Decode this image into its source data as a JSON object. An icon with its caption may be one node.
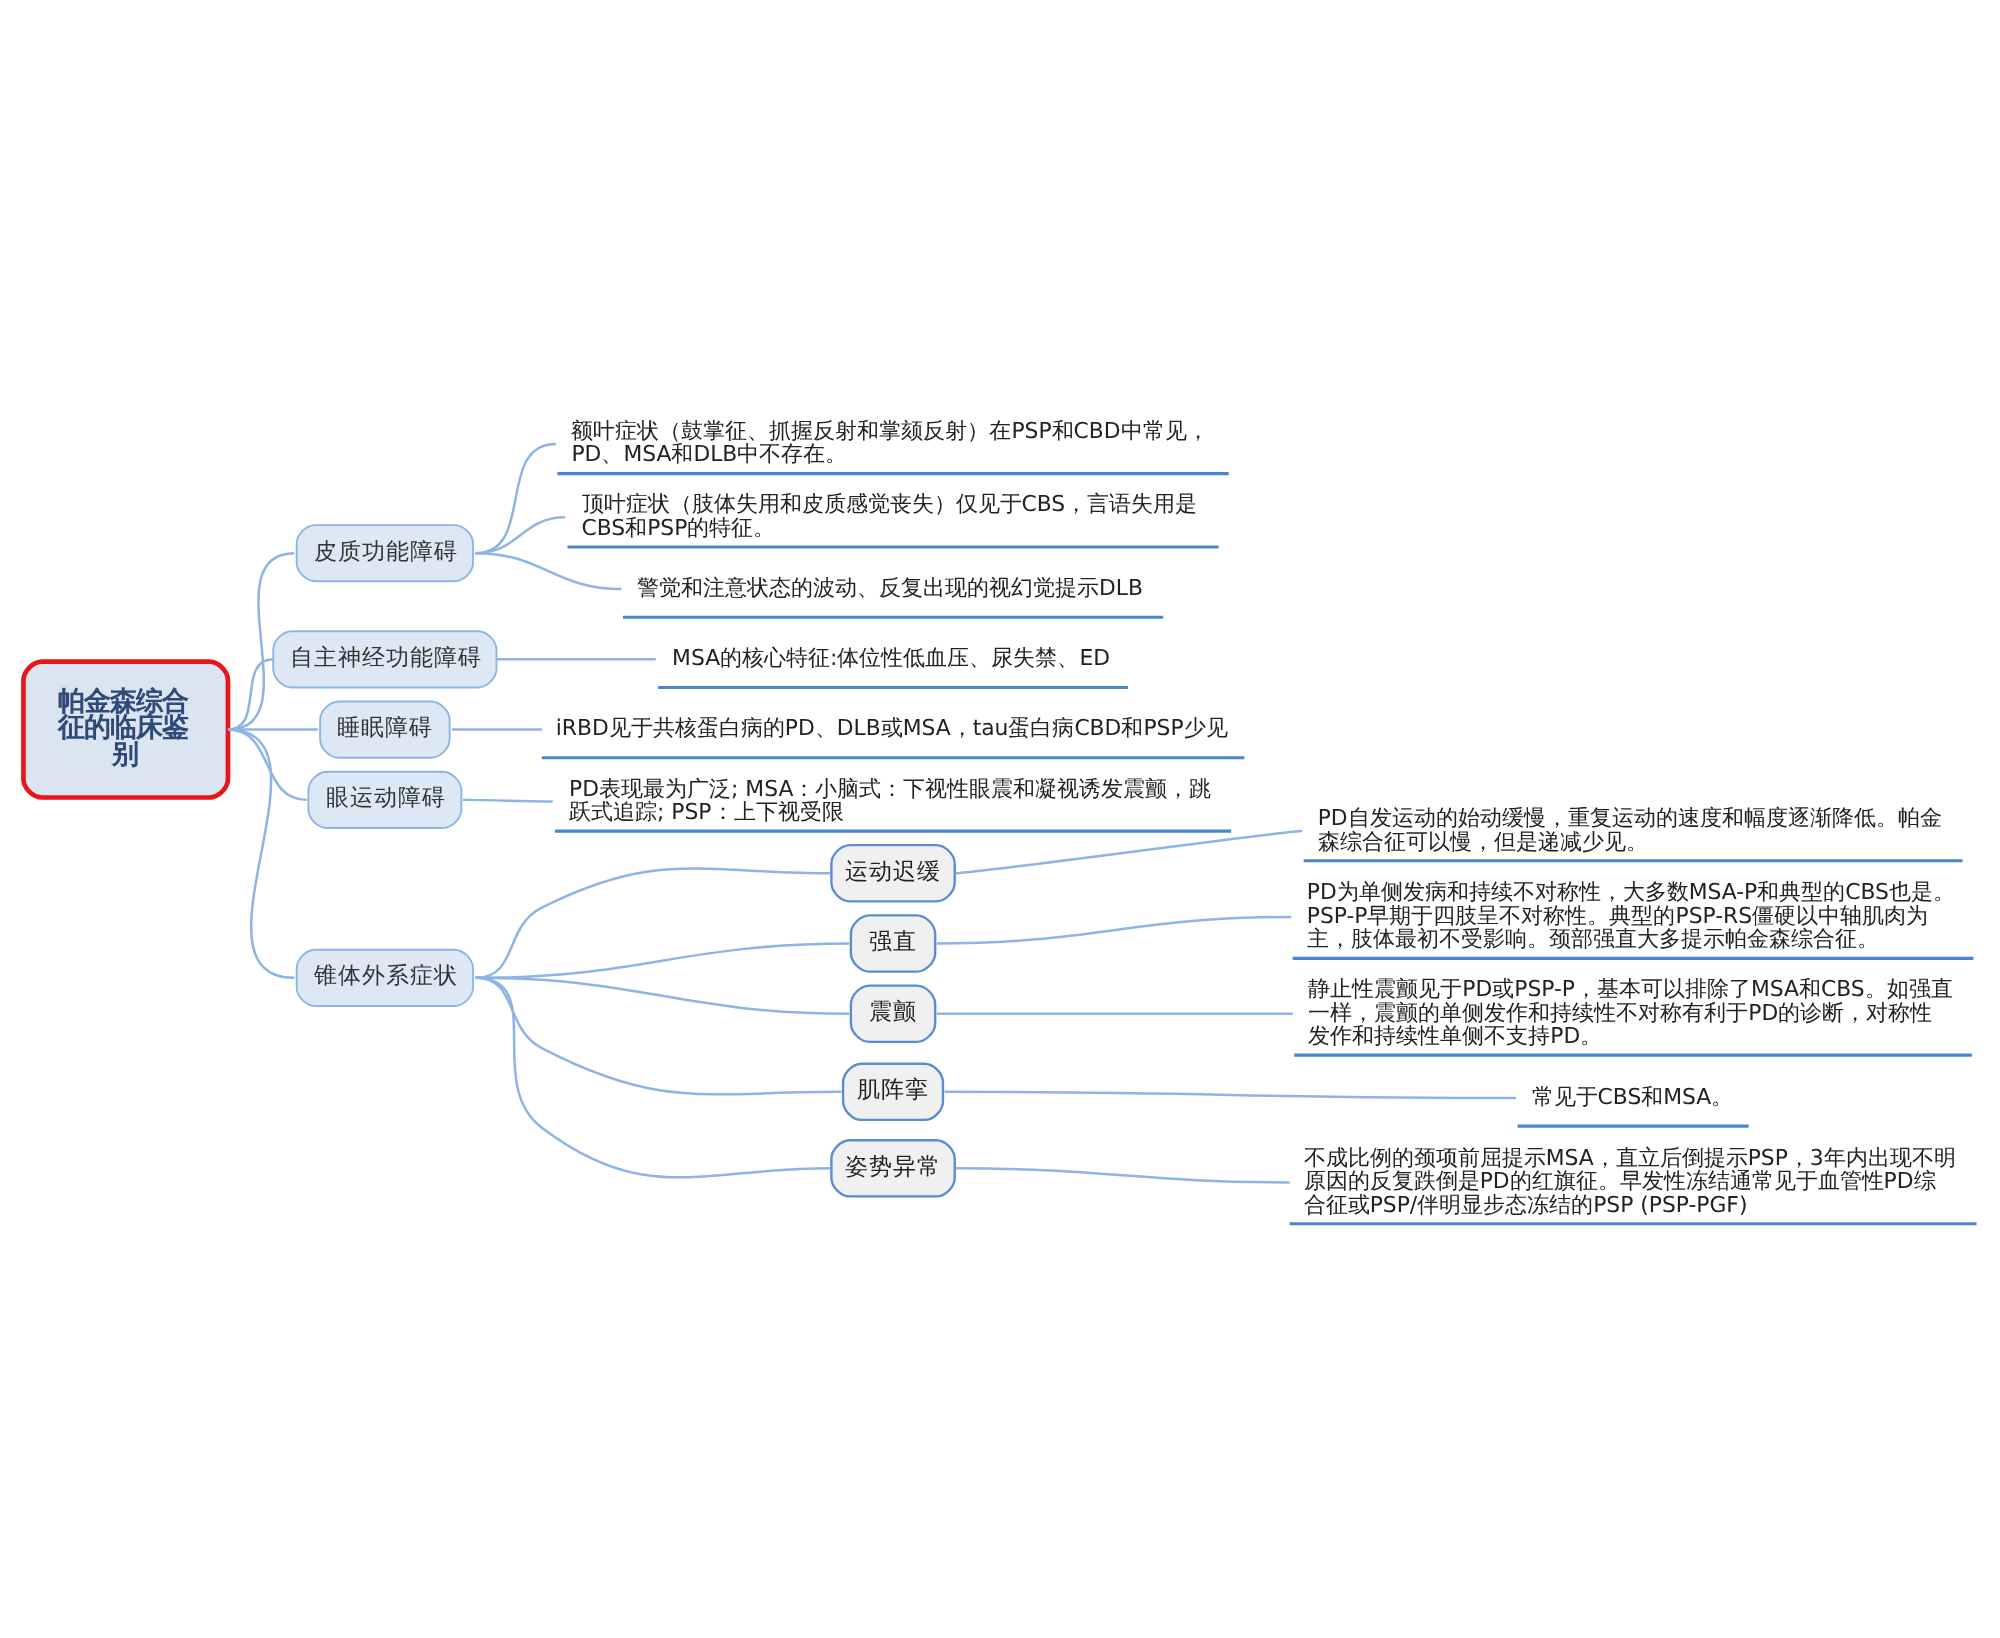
{
  "diagram": {
    "nodes": [
      {
        "text": [
          "帕金森综合征的临床鉴别"
        ]
      },
      {
        "text": [
          "皮质功能障碍"
        ]
      },
      {
        "text": [
          "额叶症状（鼓掌征、抓握反射和掌颏反射）在PSP和CBD中常见，PD、MSA和DLB中不存在。"
        ]
      },
      {
        "text": [
          "顶叶症状（肢体失用和皮质感觉丧失）仅见于CBS，言语失用是CBS和PSP的特征。"
        ]
      },
      {
        "text": [
          "警觉和注意状态的波动、反复出现的视幻觉提示DLB"
        ]
      },
      {
        "text": [
          "自主神经功能障碍"
        ]
      },
      {
        "text": [
          "MSA的核心特征:体位性低血压、尿失禁、ED"
        ]
      },
      {
        "text": [
          "睡眠障碍"
        ]
      },
      {
        "text": [
          "iRBD见于共核蛋白病的PD、DLB或MSA，tau蛋白病CBD和PSP少见"
        ]
      },
      {
        "text": [
          "眼运动障碍"
        ]
      },
      {
        "text": [
          "PD表现最为广泛; MSA：小脑式：下视性眼震和凝视诱发震颤，跳跃式追踪; PSP：上下视受限"
        ]
      },
      {
        "text": [
          "锥体外系症状"
        ]
      },
      {
        "text": [
          "运动迟缓"
        ]
      },
      {
        "text": [
          "PD自发运动的始动缓慢，重复运动的速度和幅度逐渐降低。帕金森综合征可以慢，但是递减少见。"
        ]
      },
      {
        "text": [
          "强直"
        ]
      },
      {
        "text": [
          "PD为单侧发病和持续不对称性，大多数MSA-P和典型的CBS也是。PSP-P早期于四肢呈不对称性。典型的PSP-RS僵硬以中轴肌肉为主，肢体最初不受影响。颈部强直大多提示帕金森综合征。"
        ]
      },
      {
        "text": [
          "震颤"
        ]
      },
      {
        "text": [
          "静止性震颤见于PD或PSP-P，基本可以排除了MSA和CBS。如强直一样，震颤的单侧发作和持续性不对称有利于PD的诊断，对称性发作和持续性单侧不支持PD。"
        ]
      },
      {
        "text": [
          "肌阵挛"
        ]
      },
      {
        "text": [
          "常见于CBS和MSA。"
        ]
      },
      {
        "text": [
          "姿势异常"
        ]
      },
      {
        "text": [
          "不成比例的颈项前屈提示MSA，直立后倒提示PSP，3年内出现不明原因的反复跌倒是PD的红旗征。早发性冻结通常见于血管性PD综合征或PSP/伴明显步态冻结的PSP (PSP-PGF)"
        ]
      }
    ],
    "edges": [
      {
        "from": 0,
        "to": 1,
        "arrow": "none"
      },
      {
        "from": 1,
        "to": 2,
        "arrow": "none"
      },
      {
        "from": 1,
        "to": 3,
        "arrow": "none"
      },
      {
        "from": 1,
        "to": 4,
        "arrow": "none"
      },
      {
        "from": 0,
        "to": 5,
        "arrow": "none"
      },
      {
        "from": 5,
        "to": 6,
        "arrow": "none"
      },
      {
        "from": 0,
        "to": 7,
        "arrow": "none"
      },
      {
        "from": 7,
        "to": 8,
        "arrow": "none"
      },
      {
        "from": 0,
        "to": 9,
        "arrow": "none"
      },
      {
        "from": 9,
        "to": 10,
        "arrow": "none"
      },
      {
        "from": 0,
        "to": 11,
        "arrow": "none"
      },
      {
        "from": 11,
        "to": 12,
        "arrow": "none"
      },
      {
        "from": 12,
        "to": 13,
        "arrow": "none"
      },
      {
        "from": 11,
        "to": 14,
        "arrow": "none"
      },
      {
        "from": 14,
        "to": 15,
        "arrow": "none"
      },
      {
        "from": 11,
        "to": 16,
        "arrow": "none"
      },
      {
        "from": 16,
        "to": 17,
        "arrow": "none"
      },
      {
        "from": 11,
        "to": 18,
        "arrow": "none"
      },
      {
        "from": 18,
        "to": 19,
        "arrow": "none"
      },
      {
        "from": 11,
        "to": 20,
        "arrow": "none"
      },
      {
        "from": 20,
        "to": 21,
        "arrow": "none"
      }
    ]
  }
}
